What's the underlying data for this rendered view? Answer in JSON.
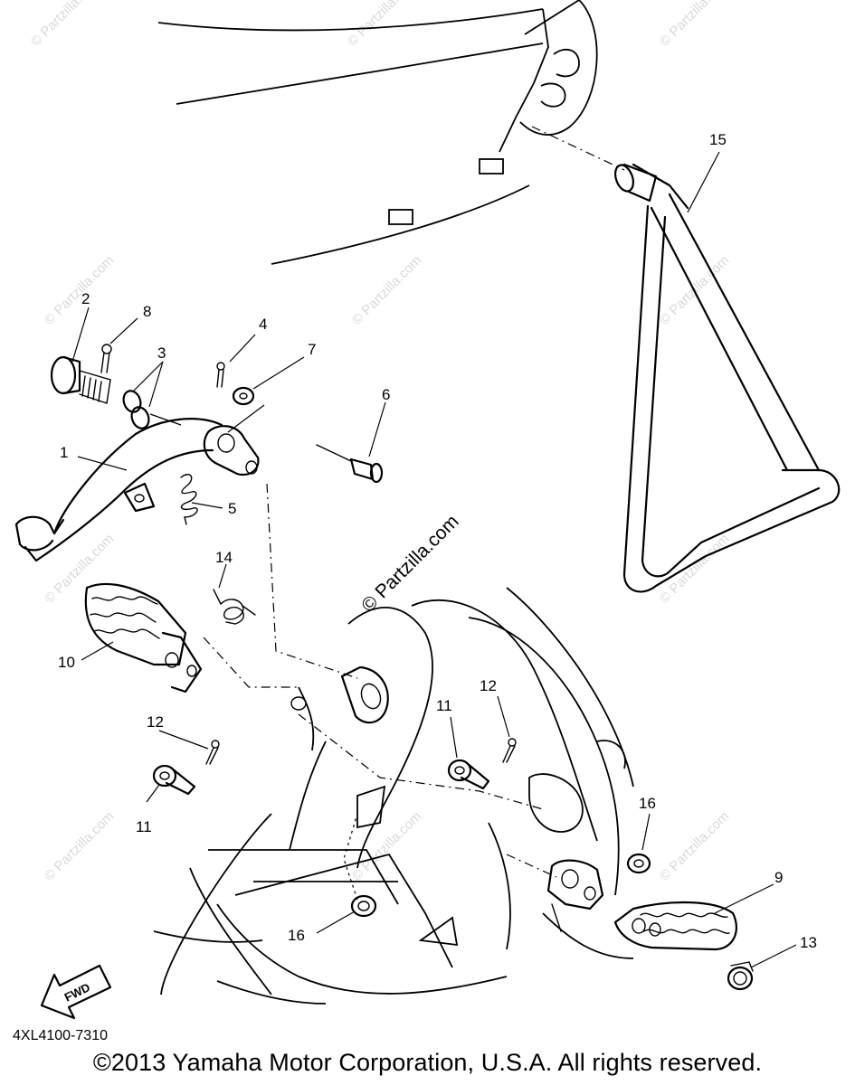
{
  "diagram": {
    "callouts": [
      {
        "id": "c1",
        "label": "1"
      },
      {
        "id": "c2",
        "label": "2"
      },
      {
        "id": "c3",
        "label": "3"
      },
      {
        "id": "c4",
        "label": "4"
      },
      {
        "id": "c5",
        "label": "5"
      },
      {
        "id": "c6",
        "label": "6"
      },
      {
        "id": "c7",
        "label": "7"
      },
      {
        "id": "c8",
        "label": "8"
      },
      {
        "id": "c9",
        "label": "9"
      },
      {
        "id": "c10",
        "label": "10"
      },
      {
        "id": "c11a",
        "label": "11"
      },
      {
        "id": "c11b",
        "label": "11"
      },
      {
        "id": "c12a",
        "label": "12"
      },
      {
        "id": "c12b",
        "label": "12"
      },
      {
        "id": "c13",
        "label": "13"
      },
      {
        "id": "c14",
        "label": "14"
      },
      {
        "id": "c15",
        "label": "15"
      },
      {
        "id": "c16a",
        "label": "16"
      },
      {
        "id": "c16b",
        "label": "16"
      }
    ],
    "watermark_main": "© Partzilla.com",
    "watermark_faint": "© Partzilla.com",
    "fwd_label": "FWD",
    "diagram_code": "4XL4100-7310"
  },
  "footer": {
    "copyright": "©2013 Yamaha Motor Corporation, U.S.A. All rights reserved."
  }
}
